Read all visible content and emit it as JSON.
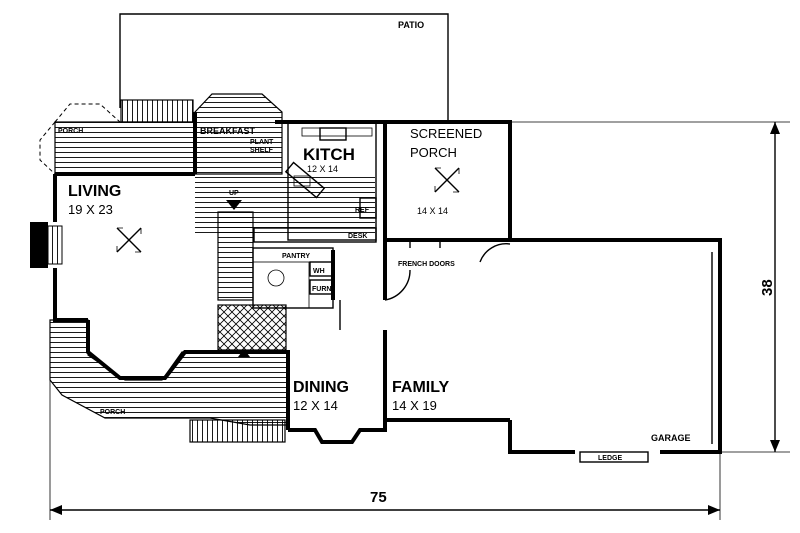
{
  "rooms": {
    "patio": "PATIO",
    "porch_top": "PORCH",
    "breakfast": "BREAKFAST",
    "plant_shelf_1": "PLANT",
    "plant_shelf_2": "SHELF",
    "kitchen": "KITCH",
    "kitchen_size": "12 X 14",
    "screened_1": "SCREENED",
    "screened_2": "PORCH",
    "screened_size": "14 X 14",
    "living": "LIVING",
    "living_size": "19 X 23",
    "up": "UP",
    "ref": "REF",
    "desk": "DESK",
    "pantry": "PANTRY",
    "wh": "WH",
    "furn": "FURN",
    "french_doors": "FRENCH DOORS",
    "dining": "DINING",
    "dining_size": "12 X 14",
    "family": "FAMILY",
    "family_size": "14 X 19",
    "porch_bottom": "PORCH",
    "garage": "GARAGE",
    "ledge": "LEDGE"
  },
  "dimensions": {
    "width": "75",
    "depth": "38"
  }
}
